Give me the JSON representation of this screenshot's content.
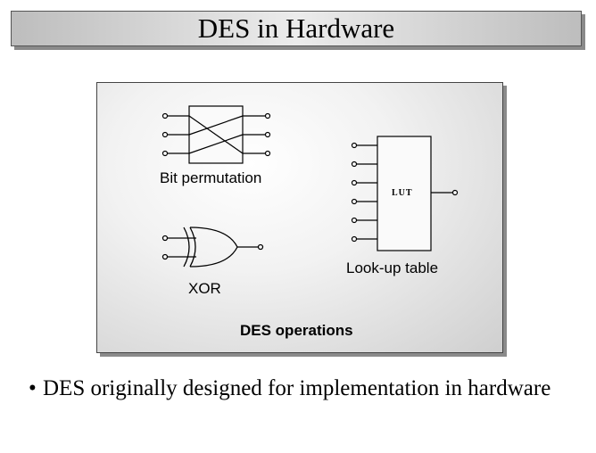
{
  "slide": {
    "title": "DES in Hardware",
    "bullet_text": "DES originally designed for implementation in hardware",
    "bullet_symbol": "•"
  },
  "diagram": {
    "bit_permutation_label": "Bit permutation",
    "lut_box_text": "LUT",
    "lookup_table_label": "Look-up table",
    "xor_label": "XOR",
    "caption": "DES operations"
  }
}
